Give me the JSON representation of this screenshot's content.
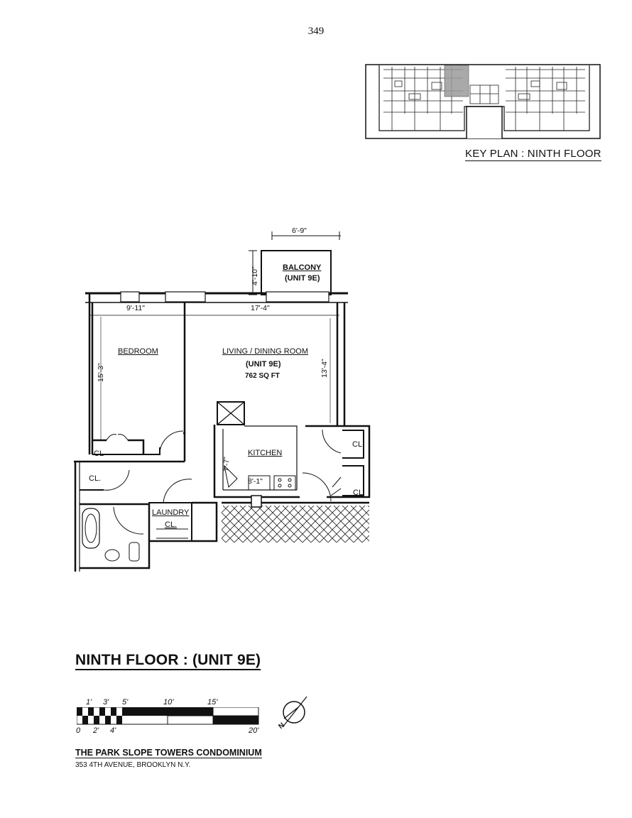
{
  "page": {
    "number": "349"
  },
  "key_plan": {
    "title": "KEY PLAN  :  NINTH FLOOR"
  },
  "plan": {
    "rooms": {
      "balcony": {
        "name": "BALCONY",
        "unit": "(UNIT 9E)"
      },
      "living": {
        "name": "LIVING / DINING ROOM",
        "unit": "(UNIT 9E)",
        "area": "762 SQ FT"
      },
      "bedroom": {
        "name": "BEDROOM"
      },
      "kitchen": {
        "name": "KITCHEN"
      },
      "laundry": {
        "name": "LAUNDRY",
        "closet": "CL."
      },
      "closet_bedroom": "CL",
      "closet_hall": "CL.",
      "closet_entry_upper": "CL",
      "closet_entry_lower": "CL"
    },
    "dimensions": {
      "balcony_width": "6'-9\"",
      "balcony_depth": "4'-10\"",
      "bedroom_width": "9'-11\"",
      "bedroom_depth": "15'-3\"",
      "living_width": "17'-4\"",
      "living_depth": "13'-4\"",
      "kitchen_depth": "7'-7\"",
      "kitchen_width": "8'-1\""
    }
  },
  "title": {
    "floor": "NINTH FLOOR : (UNIT 9E)"
  },
  "scale_bar": {
    "top_labels": [
      "1'",
      "3'",
      "5'",
      "10'",
      "15'"
    ],
    "bottom_labels": [
      "0",
      "2'",
      "4'",
      "20'"
    ]
  },
  "north_arrow": {
    "label": "N"
  },
  "building": {
    "name": "THE PARK SLOPE TOWERS CONDOMINIUM",
    "address": "353 4TH AVENUE, BROOKLYN N.Y."
  }
}
